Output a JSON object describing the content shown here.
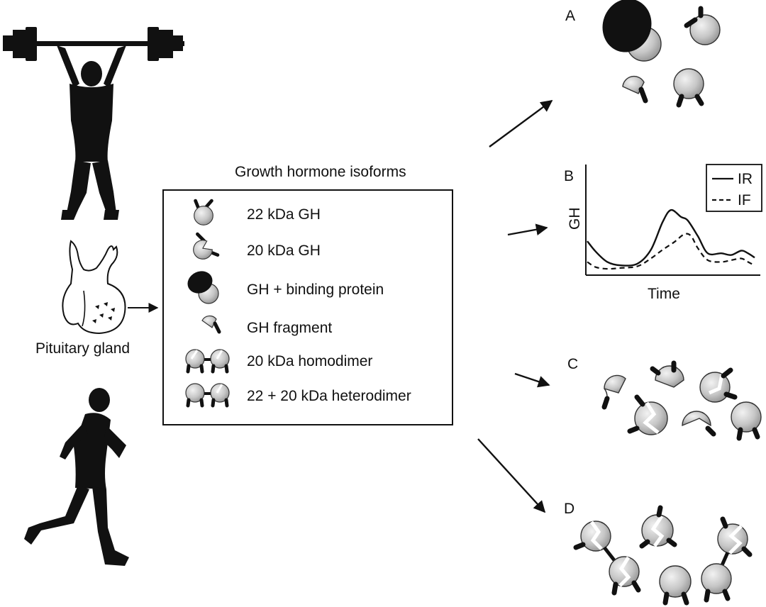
{
  "title": "Growth hormone isoforms",
  "gland_label": "Pituitary gland",
  "isoforms": [
    {
      "label": "22 kDa GH",
      "icon": "gh-22kda-icon"
    },
    {
      "label": "20 kDa GH",
      "icon": "gh-20kda-icon"
    },
    {
      "label": "GH + binding protein",
      "icon": "gh-binding-protein-icon"
    },
    {
      "label": "GH fragment",
      "icon": "gh-fragment-icon"
    },
    {
      "label": "20 kDa homodimer",
      "icon": "homodimer-icon"
    },
    {
      "label": "22 + 20 kDa heterodimer",
      "icon": "heterodimer-icon"
    }
  ],
  "panels": {
    "a": "A",
    "b": "B",
    "c": "C",
    "d": "D"
  },
  "chart_data": {
    "type": "line",
    "ylabel": "GH",
    "xlabel": "Time",
    "legend_position": "top-right",
    "grid": false,
    "xlim": [
      0,
      100
    ],
    "ylim": [
      0,
      100
    ],
    "series": [
      {
        "name": "IR",
        "style": "solid",
        "x": [
          0,
          5,
          12,
          20,
          30,
          38,
          45,
          50,
          56,
          60,
          66,
          72,
          80,
          86,
          92,
          96,
          100
        ],
        "y": [
          36,
          24,
          12,
          8,
          10,
          26,
          58,
          72,
          64,
          60,
          42,
          22,
          22,
          20,
          25,
          22,
          17
        ]
      },
      {
        "name": "IF",
        "style": "dashed",
        "x": [
          0,
          5,
          12,
          20,
          30,
          38,
          45,
          52,
          58,
          62,
          66,
          72,
          80,
          86,
          92,
          96,
          100
        ],
        "y": [
          12,
          6,
          4,
          5,
          7,
          16,
          26,
          35,
          44,
          42,
          28,
          14,
          12,
          14,
          16,
          12,
          8
        ]
      }
    ]
  },
  "colors": {
    "ink": "#111111",
    "sphere_light": "#eeeeee",
    "sphere_dark": "#8f8f8f"
  }
}
